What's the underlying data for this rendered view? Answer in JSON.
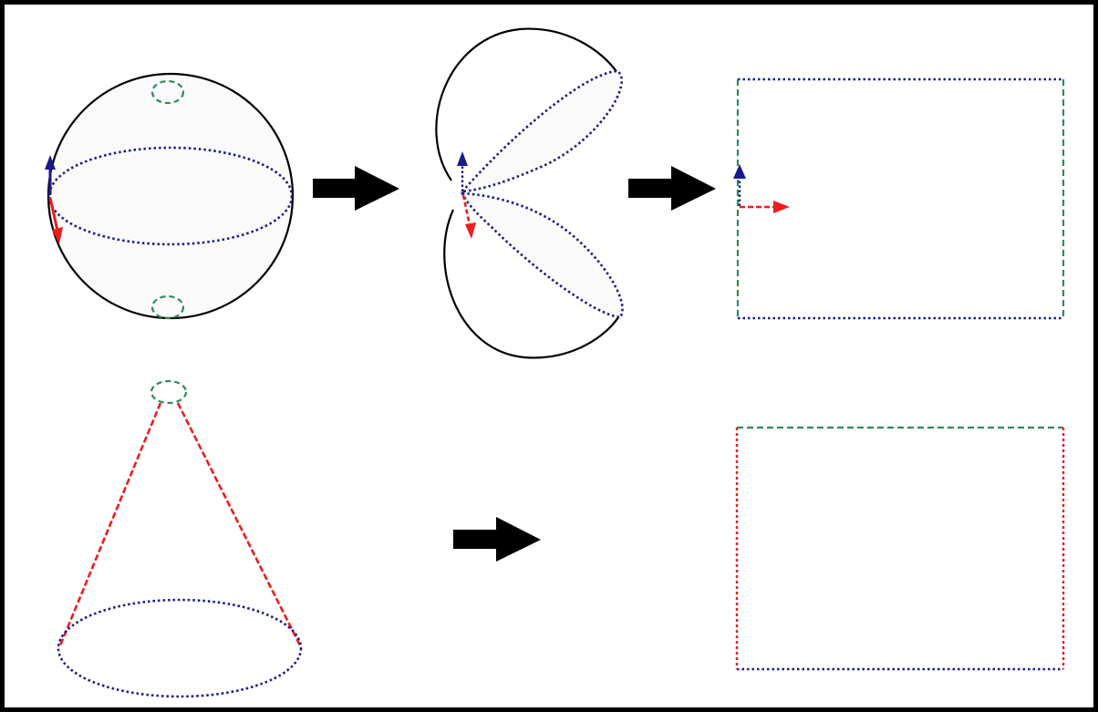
{
  "colors": {
    "outline": "#000000",
    "blue_dotted": "#1a1a8c",
    "green_dashed": "#2e8b57",
    "red_dashed": "#ee1c1c",
    "arrow_fill": "#000000",
    "sphere_fill": "#fafafa"
  },
  "panels": [
    "sphere",
    "sphere-cut-open",
    "sphere-flattened-rectangle",
    "cone",
    "cone-flattened-rectangle"
  ],
  "icons": [
    "right-arrow-icon",
    "up-arrow-icon"
  ]
}
